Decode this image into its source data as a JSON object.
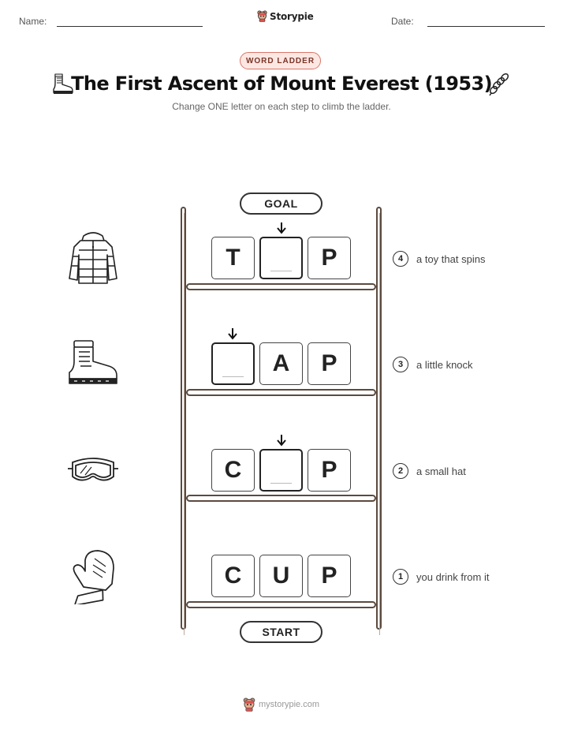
{
  "header": {
    "name_label": "Name:",
    "date_label": "Date:",
    "brand": "Storypie",
    "badge": "WORD LADDER",
    "title": "The First Ascent of Mount Everest (1953)",
    "subtitle": "Change ONE letter on each step to climb the ladder."
  },
  "ladder": {
    "goal_label": "GOAL",
    "start_label": "START",
    "rows": [
      {
        "step": "4",
        "letters": [
          "T",
          "",
          "P"
        ],
        "clue": "a toy that spins",
        "icon": "puffer-jacket-icon"
      },
      {
        "step": "3",
        "letters": [
          "",
          "A",
          "P"
        ],
        "clue": "a little knock",
        "icon": "hiking-boot-icon"
      },
      {
        "step": "2",
        "letters": [
          "C",
          "",
          "P"
        ],
        "clue": "a small hat",
        "icon": "snow-goggles-icon"
      },
      {
        "step": "1",
        "letters": [
          "C",
          "U",
          "P"
        ],
        "clue": "you drink from it",
        "icon": "mitten-icon"
      }
    ]
  },
  "footer": {
    "site": "mystorypie.com"
  },
  "colors": {
    "badge_border": "#d9776a",
    "badge_fill": "#fde7e2",
    "ladder_wood": "#5c4a3f"
  }
}
